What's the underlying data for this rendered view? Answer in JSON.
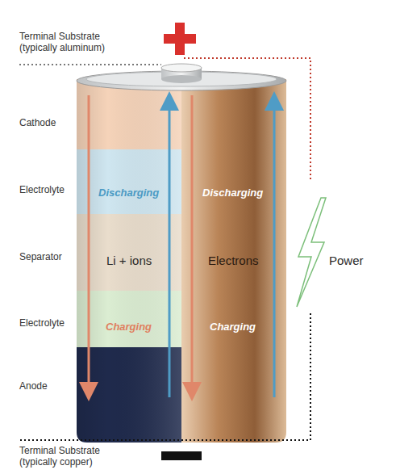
{
  "diagram": {
    "labels": [
      "Terminal Substrate (typically aluminum)",
      "Cathode",
      "Electrolyte",
      "Discharging",
      "Discharging",
      "Separator",
      "Li + ions",
      "Electrons",
      "Power",
      "Electrolyte",
      "Charging",
      "Charging",
      "Anode",
      "Terminal Substrate (typically copper)"
    ]
  }
}
